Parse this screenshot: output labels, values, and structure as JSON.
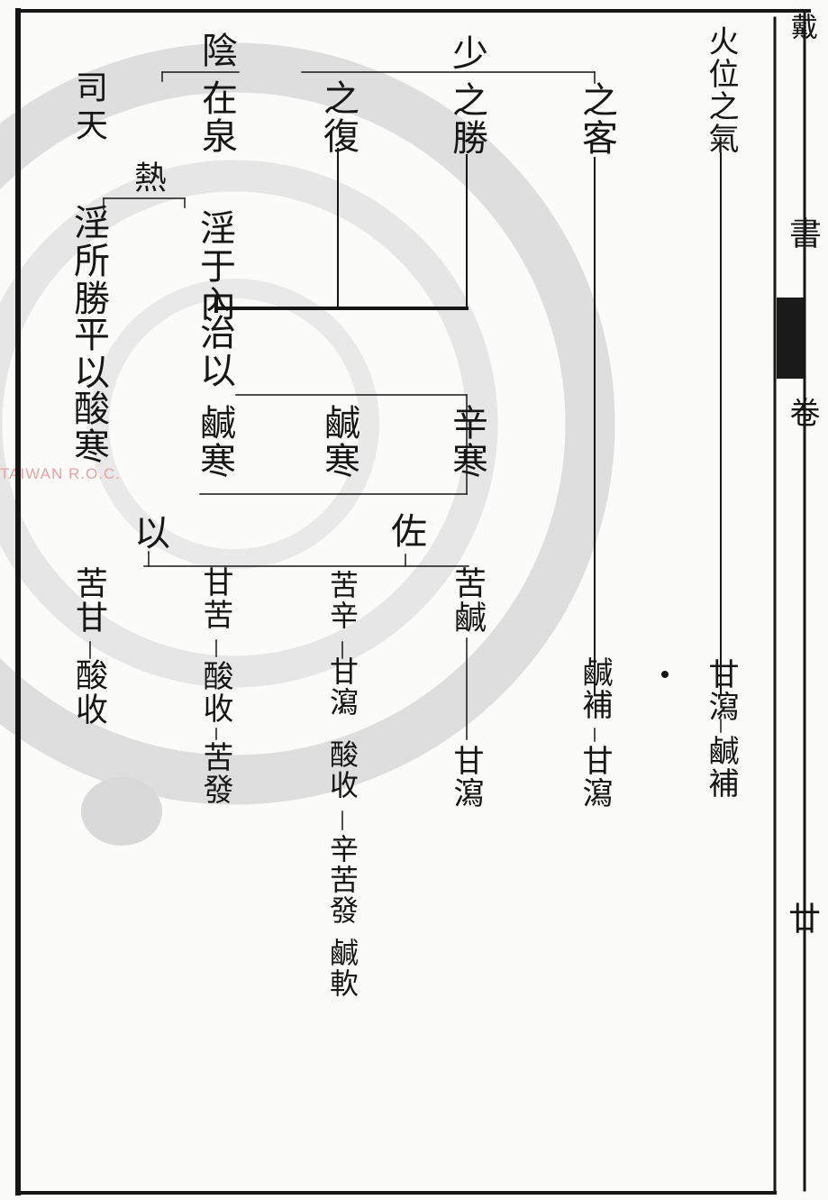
{
  "margin": {
    "top": "戴",
    "middle": "書",
    "lower": "卷",
    "page_number": "廿"
  },
  "column_top": {
    "huo_wei": "火位之氣"
  },
  "col_headers": {
    "shao": "少",
    "zhi_ke": "之客",
    "zhi_sheng": "之勝",
    "zhi_fu": "之復",
    "yin": "陰",
    "zai_quan": "在泉",
    "si": "司",
    "tian": "天",
    "re": "熱"
  },
  "middle_rows": {
    "yin_nei": "淫于內",
    "zhi_yi": "治以",
    "xian_han_a": "鹹寒",
    "xian_han_b": "鹹寒",
    "xin_han": "辛寒",
    "yin_suo_sheng": "淫所勝",
    "ping_yi": "平以",
    "suan_han": "酸寒"
  },
  "row_labels": {
    "zuo": "佐",
    "yi": "以"
  },
  "bottom": {
    "gan_xie": "甘瀉",
    "xian_bu_1": "鹹補",
    "xian_bu_2": "鹹補",
    "gan_xie_2": "甘瀉",
    "ku_xian": "苦鹹",
    "gan_xie_3": "甘瀉",
    "ku_xin": "苦辛",
    "gan_xie_4": "甘瀉",
    "suan_shou": "酸收",
    "xin_ku_fa": "辛苦發",
    "xian_ruan": "鹹軟",
    "gan_ku": "甘苦",
    "suan_shou_2": "酸收",
    "ku_fa": "苦發",
    "ku_gan": "苦甘",
    "suan_shou_3": "酸收"
  },
  "watermark": {
    "text": "TAIWAN R.O.C."
  },
  "colors": {
    "ink": "#161616",
    "paper": "#fbfbf9",
    "watermark": "#d4d4d4",
    "watermark_text": "#e8a3a3"
  }
}
